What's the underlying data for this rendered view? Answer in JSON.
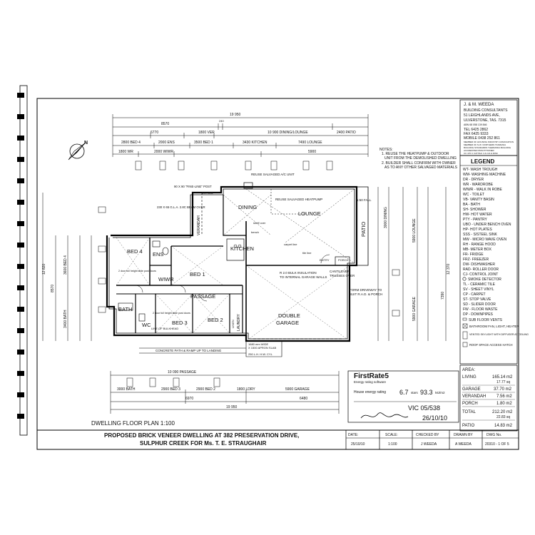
{
  "consultant": {
    "name": "J. & M. WEEDA",
    "line1": "BUILDING CONSULTANTS",
    "line2": "51 LEIGHLANDS AVE,",
    "line3": "ULVERSTONE, TAS. 7315",
    "abn": "ABN 68 058 139 846",
    "tel": "TEL 6425 2862",
    "fax": "FAX 6425 9333",
    "mobile": "MOBILE 0438 252 861",
    "member1": "MEMBER OF HOUSING INDUSTRY ASSOCIATION",
    "member2": "MEMBER OF N.W. NORTHERN TASMANIA",
    "member3": "BUILDING STANDARDS THERMODA BUILDING",
    "member4": "ACCREDITED PRACTITIONER",
    "member5": "CC 470 C CAT BLK 3 & CIA & RISK"
  },
  "legend": {
    "title": "LEGEND",
    "items": [
      "WT- WASH TROUGH",
      "WM- WASHING MACHINE",
      "DR - DRYER",
      "WR - WARDROBE",
      "WIWR - WALK IN ROBE",
      "WC - TOILET",
      "VB- VANITY BASIN",
      "BA - BATH",
      "SH- SHOWER",
      "HW- HOT WATER",
      "PTY - PANTRY",
      "UBO - UNDER BENCH OVEN",
      "HP- HOT PLATES",
      "SSS - S/STEEL SINK",
      "MW - MICRO WAVE OVEN",
      "RH - RANGE HOOD",
      "MB- METER BOX",
      "FR- FRIDGE",
      "FRZ- FREEZER",
      "DW- DISHWASHER",
      "RAD- ROLLER DOOR",
      "CJ- CONTROL JOINT",
      "SMOKE DETECTOR",
      "TL - CERAMIC TILE",
      "SV - SHEET VINYL",
      "CP - CARPET",
      "ST- STOP VALVE",
      "SD - SLIDER DOOR",
      "FW - FLOOR WASTE",
      "DP - DOWNPIPES",
      "SUB FLOOR VENTS",
      "BATHROOM FAN, LIGHT, HEATER",
      "VENTED SKYLIGHT WITH DIFFUSER AT CEILING",
      "ROOF SPACE ACCESS HATCH"
    ]
  },
  "area": {
    "title": "AREA:",
    "rows": [
      {
        "label": "LIVING",
        "value": "165.14 m2",
        "sub": "17.77 sq"
      },
      {
        "label": "GARAGE",
        "value": "37.70 m2",
        "sub": ""
      },
      {
        "label": "VERANDAH",
        "value": "7.56 m2",
        "sub": ""
      },
      {
        "label": "PORCH",
        "value": "1.80 m2",
        "sub": ""
      },
      {
        "label": "TOTAL",
        "value": "212.20 m2",
        "sub": "22.83 sq"
      },
      {
        "label": "PATIO",
        "value": "14.83 m2",
        "sub": ""
      }
    ]
  },
  "notes": {
    "title": "NOTES:",
    "n1a": "1. REUSE THE HEATPUMP & OUTDOOR",
    "n1b": "UNIT FROM THE DEMOLISHED DWELLING",
    "n2a": "2. BUILDER SHALL CONFIRM WITH OWNER",
    "n2b": "AS TO ANY OTHER SALVAGED MATERIALS"
  },
  "rooms": {
    "bed4": "BED 4",
    "ens": "ENS",
    "wiwr": "WIWR",
    "bed1": "BED 1",
    "dining": "DINING",
    "kitchen": "KITCHEN",
    "lounge": "LOUNGE",
    "verandah": "VERANDAH",
    "patio": "PATIO",
    "passage": "PASSAGE",
    "bath": "BATH",
    "wc": "WC",
    "bed3": "BED 3",
    "bed2": "BED 2",
    "laundry": "LAUNDRY",
    "linen": "LINEN",
    "double_garage_1": "DOUBLE",
    "double_garage_2": "GARAGE",
    "porch": "PORCH",
    "entry": "ENTRY"
  },
  "annotations": {
    "reuse_ac": "REUSE SALVAGED A/C UNIT",
    "reuse_hp": "REUSE SALVAGED HEATPUMP",
    "post": "90 X 90 \"FINE-LINE\" POST",
    "beam": "230 X 65 G.L.A. 2.8C BEAM OVER",
    "door": "340 slide",
    "insulation1": "R 2.0 BULK INSULATION",
    "insulation2": "TO INTERNAL GARAGE WALLS",
    "cantilever1": "CANTILEVER",
    "cantilever2": "TRUSSES OVER",
    "driveway1": "FORM DRIVEWAY TO",
    "driveway2": "SUIT R.A.D. & PORCH",
    "concrete_path": "CONCRETE PATH & RAMP UP TO LANDING",
    "slab1": "1680 mm WIDE",
    "slab2": "X 1500 APRON SLAB",
    "hw": "250 L.H. H.W. CYL",
    "fall": "1:50 FALL",
    "bulkhead": "LINE OF BULKHEAD",
    "robe1": "2 door full height slide post doors",
    "robe2": "2 door full height slide post doors",
    "shelf": "shelf over",
    "bench": "bench",
    "carpet_line": "carpet line",
    "tile_line": "tile line"
  },
  "dims": {
    "top_total": "19 950",
    "top_a": "8570",
    "top_b": "240",
    "top_c": "10 900 DINING/LOUNGE",
    "top_d": "2400 PATIO",
    "top_e": "6770",
    "top_f": "1800 VER",
    "top_g": "2800 BED 4",
    "top_h": "2000 ENS",
    "top_i": "3500 BED 1",
    "top_j": "3430 KITCHEN",
    "top_k": "7490 LOUNGE",
    "top_l": "1800 WR",
    "top_m": "2000 WIWR",
    "top_n": "5900",
    "bot_total": "19 950",
    "bot_a": "6970",
    "bot_b": "6480",
    "bot_c": "10 090 PASSAGE",
    "bot_d": "3000 BATH",
    "bot_e": "2900 BED 3",
    "bot_f": "2900 BED 2",
    "bot_g": "1800 LDRY",
    "bot_h": "5900 GARAGE",
    "left_total": "12 820",
    "left_a": "8570",
    "left_b": "3600 BED 4",
    "left_c": "3400 BATH",
    "right_total": "12 370",
    "right_a": "3000 DINING",
    "right_b": "5900 LOUNGE",
    "right_c": "5900 GARAGE",
    "right_d": "7390"
  },
  "firstrate": {
    "title": "FirstRate5",
    "sub": "Energy rating software",
    "rating_label": "House energy rating",
    "rating": "6.7",
    "stars": "stars",
    "mj": "93.3",
    "mj_unit": "MJ/m2",
    "accreditation": "VIC 05/538",
    "signed_date": "26/10/10"
  },
  "drawing": {
    "plan_title": "DWELLING FLOOR PLAN 1:100",
    "project1": "PROPOSED BRICK VENEER DWELLING AT 382 PRESERVATION DRIVE,",
    "project2": "SULPHUR CREEK  FOR  Ms. T. E. STRAUGHAIR",
    "date_label": "DATE:",
    "date": "25/10/10",
    "scale_label": "SCALE:",
    "scale": "1:100",
    "checked_label": "CHECKED BY",
    "checked": "J WEEDA",
    "drawn_label": "DRAWN BY",
    "drawn": "A WEEDA",
    "dwg_label": "DWG No.",
    "dwg": "20310 - 1 OF 5"
  },
  "north": "N"
}
